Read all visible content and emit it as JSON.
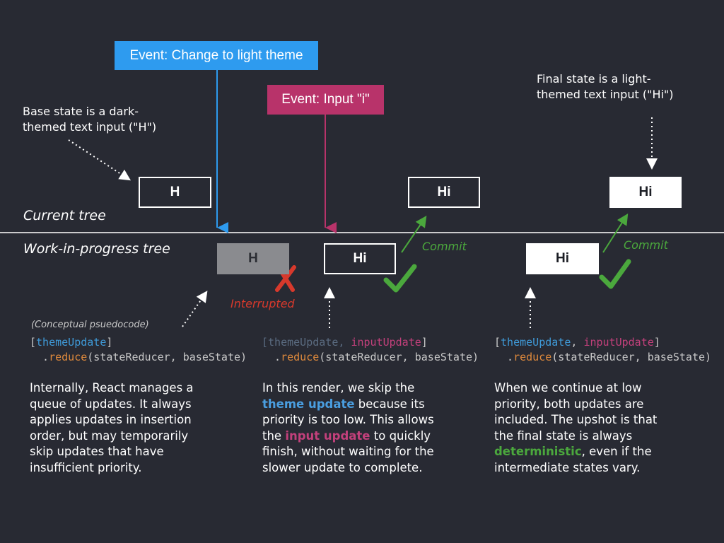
{
  "events": {
    "theme": {
      "label": "Event: Change to light theme",
      "color": "#2e9bef"
    },
    "input": {
      "label": "Event: Input \"i\"",
      "color": "#b8336a"
    }
  },
  "trees": {
    "current": "Current tree",
    "wip": "Work-in-progress tree"
  },
  "notes": {
    "base": [
      "Base state is a dark-",
      "themed text input (\"H\")"
    ],
    "final": [
      "Final state is a light-",
      "themed text input (\"Hi\")"
    ]
  },
  "boxes": {
    "base": "H",
    "wip_interrupted": "H",
    "wip_hi": "Hi",
    "current_hi": "Hi",
    "wip_hi_final": "Hi",
    "current_final": "Hi"
  },
  "labels": {
    "interrupted": "Interrupted",
    "commit_1": "Commit",
    "commit_2": "Commit",
    "pseudocode": "(Conceptual psuedocode)"
  },
  "code": {
    "bracket_open": "[",
    "bracket_close": "]",
    "comma": ", ",
    "theme_update": "themeUpdate",
    "input_update": "inputUpdate",
    "indent_dot": "  .",
    "reduce": "reduce",
    "args": "(stateReducer, baseState)"
  },
  "paragraphs": {
    "p1": [
      "Internally, React manages a",
      "queue of updates. It always",
      "applies updates in insertion",
      "order, but may temporarily",
      "skip updates that have",
      "insufficient priority."
    ],
    "p2": {
      "l1": "In this render, we skip the",
      "l2_hl": "theme update",
      "l2_rest": " because its",
      "l3": "priority is too low. This allows",
      "l4_pre": "the ",
      "l4_hl": "input update",
      "l4_rest": " to quickly",
      "l5": "finish, without waiting for the",
      "l6": "slower update to complete."
    },
    "p3": {
      "l1": "When we continue at low",
      "l2": "priority, both updates are",
      "l3": "included. The upshot is that",
      "l4": "the final state is always",
      "l5_hl": "deterministic",
      "l5_rest": ", even if the",
      "l6": "intermediate states vary."
    }
  },
  "colors": {
    "background": "#282a33",
    "blue": "#2e9bef",
    "pink": "#b8336a",
    "green": "#4ba83d",
    "red": "#d8392c"
  }
}
